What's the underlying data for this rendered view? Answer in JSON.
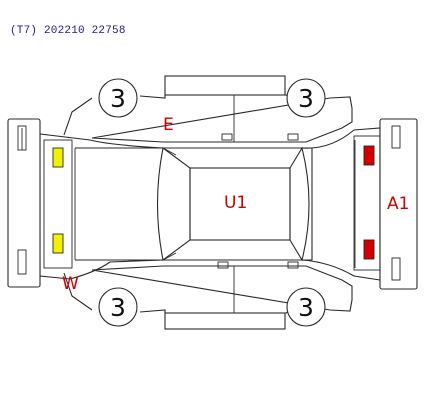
{
  "header": {
    "code": "(T7) 202210 22758"
  },
  "panel_numbers": {
    "front_left": "3",
    "front_right": "3",
    "rear_left": "3",
    "rear_right": "3"
  },
  "damage_marks": {
    "top": "E",
    "roof": "U1",
    "front": "A1",
    "rear": "W"
  },
  "colors": {
    "header_text": "#1a1aa0",
    "damage_text": "#d00000",
    "marker_yellow": "#f2f200",
    "marker_red": "#d40000",
    "outline": "#2a2a2a"
  },
  "markers": [
    {
      "name": "yellow-marker-top",
      "color": "yellow"
    },
    {
      "name": "yellow-marker-bottom",
      "color": "yellow"
    },
    {
      "name": "red-marker-top",
      "color": "red"
    },
    {
      "name": "red-marker-bottom",
      "color": "red"
    }
  ]
}
